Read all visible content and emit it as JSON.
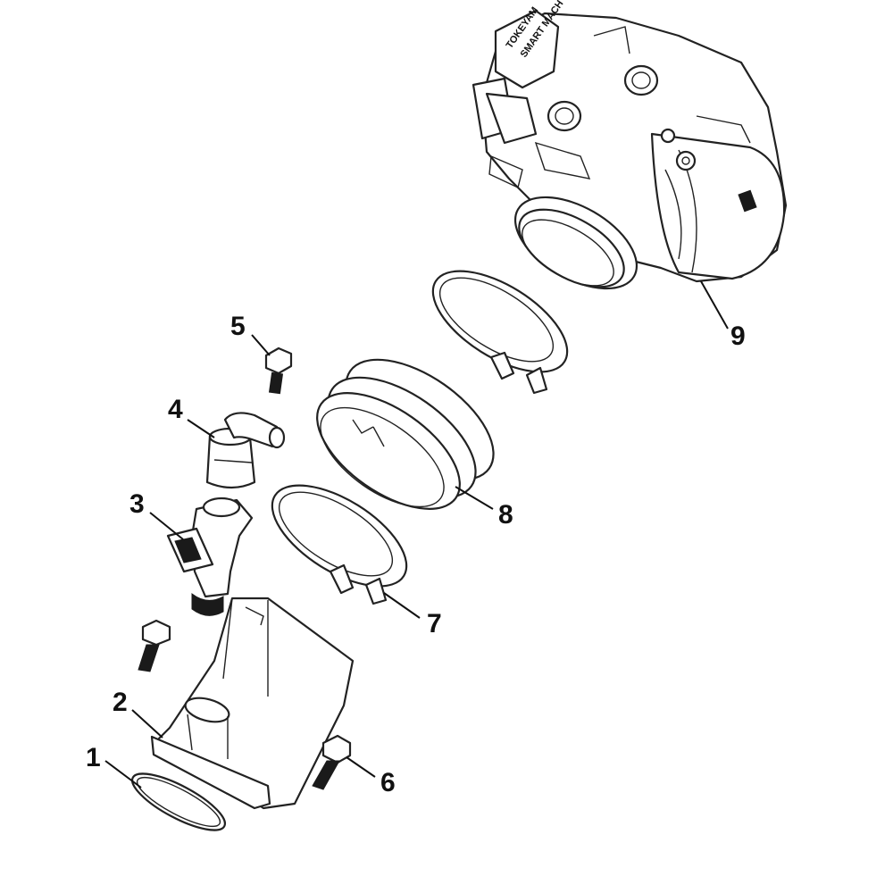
{
  "callouts": [
    {
      "id": "1",
      "label": "1"
    },
    {
      "id": "2",
      "label": "2"
    },
    {
      "id": "3",
      "label": "3"
    },
    {
      "id": "4",
      "label": "4"
    },
    {
      "id": "5",
      "label": "5"
    },
    {
      "id": "6",
      "label": "6"
    },
    {
      "id": "7",
      "label": "7"
    },
    {
      "id": "8",
      "label": "8"
    },
    {
      "id": "9",
      "label": "9"
    }
  ],
  "throttle_body": {
    "brand_line1": "TOKEYAM",
    "brand_line2": "SMART MACH"
  }
}
